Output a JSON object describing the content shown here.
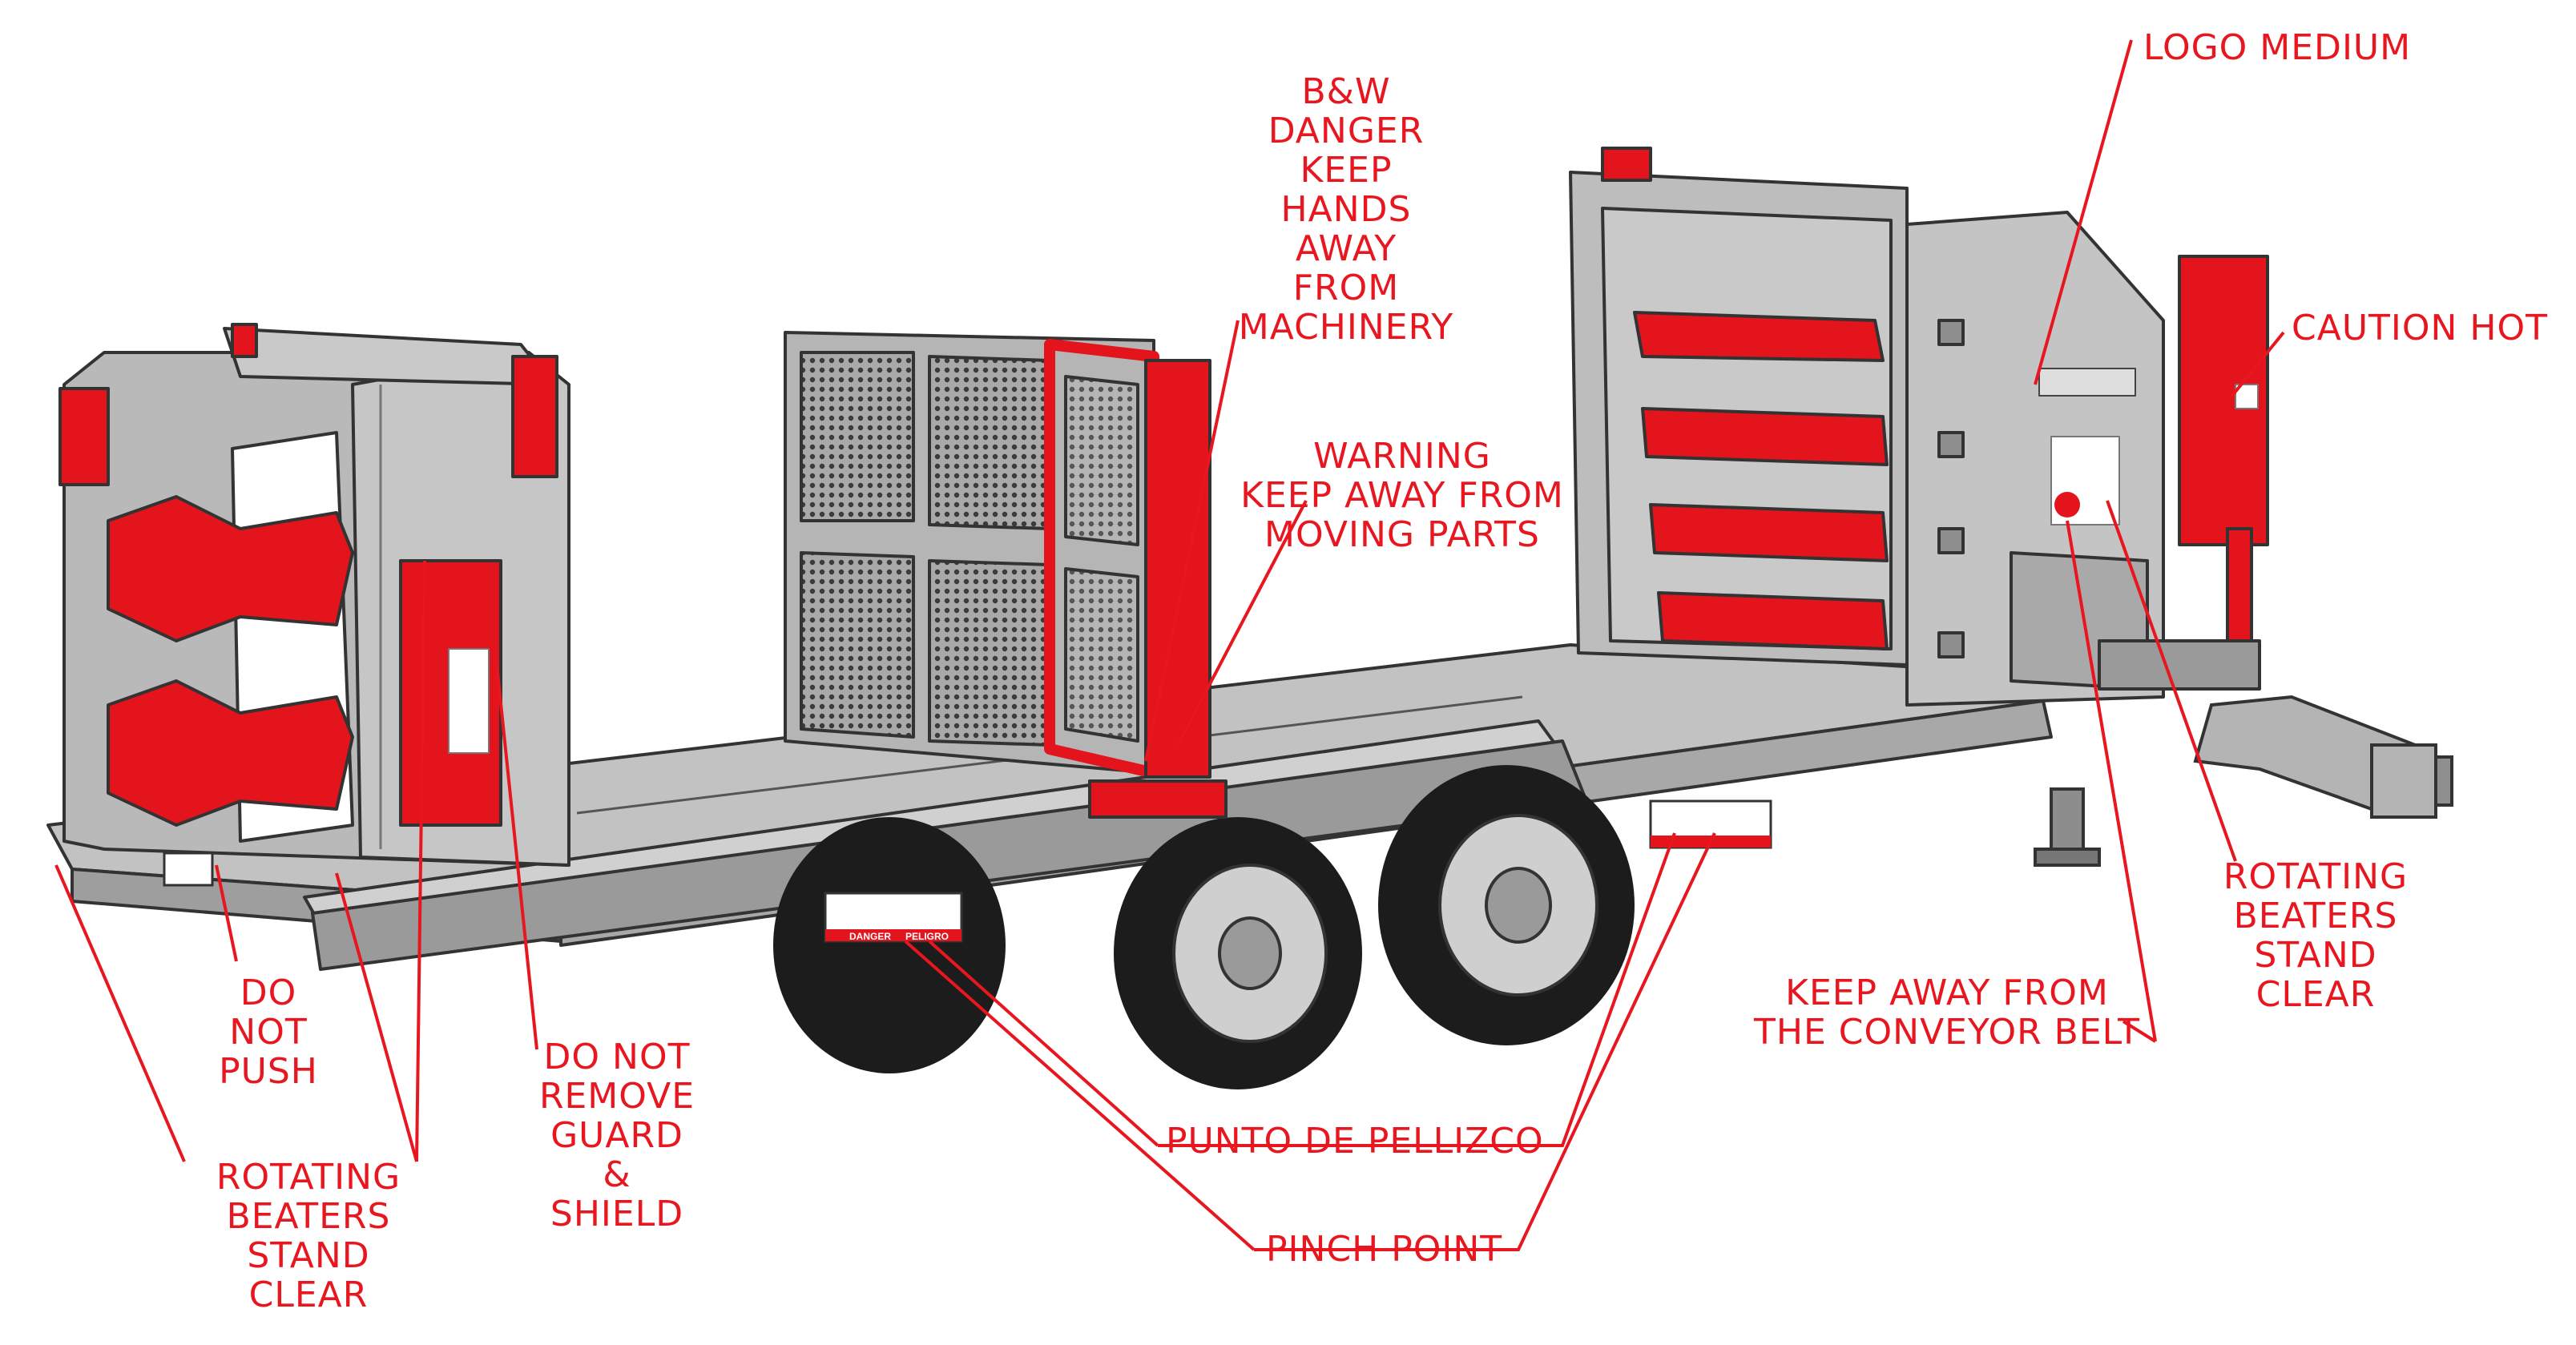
{
  "colors": {
    "label": "#e8161f",
    "machine_gray": "#b9b9b9",
    "machine_red": "#e3141c",
    "outline": "#333333",
    "tire": "#1c1c1c"
  },
  "labels": {
    "logo_medium": [
      "LOGO MEDIUM"
    ],
    "caution_hot": [
      "CAUTION HOT"
    ],
    "bw_danger": [
      "B&W",
      "DANGER",
      "KEEP",
      "HANDS",
      "AWAY",
      "FROM",
      "MACHINERY"
    ],
    "warning_moving": [
      "WARNING",
      "KEEP AWAY FROM",
      "MOVING PARTS"
    ],
    "rotating_beaters_right": [
      "ROTATING",
      "BEATERS",
      "STAND",
      "CLEAR"
    ],
    "keep_away_conveyor": [
      "KEEP AWAY FROM",
      "THE CONVEYOR BELT"
    ],
    "do_not_push": [
      "DO",
      "NOT",
      "PUSH"
    ],
    "do_not_remove_guard": [
      "DO NOT",
      "REMOVE",
      "GUARD",
      "&",
      "SHIELD"
    ],
    "rotating_beaters_left": [
      "ROTATING",
      "BEATERS",
      "STAND",
      "CLEAR"
    ],
    "punto_de_pellizco": [
      "PUNTO DE PELLIZCO"
    ],
    "pinch_point": [
      "PINCH POINT"
    ]
  },
  "decals": {
    "pinch_point": "PINCH POINT",
    "punto": "PUNTO DE PELLIZCO",
    "danger": "DANGER",
    "peligro": "PELIGRO",
    "do_not_push": "DO NOT PUSH"
  }
}
